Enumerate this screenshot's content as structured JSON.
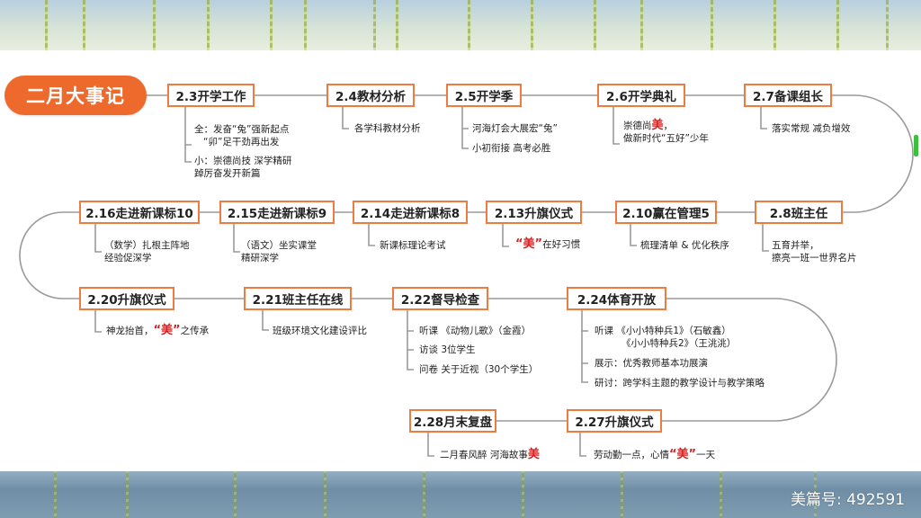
{
  "title": "二月大事记",
  "watermark": "美篇号: 492591",
  "nodes": [
    {
      "id": "n23",
      "label": "2.3开学工作"
    },
    {
      "id": "n24",
      "label": "2.4教材分析"
    },
    {
      "id": "n25",
      "label": "2.5开学季"
    },
    {
      "id": "n26",
      "label": "2.6开学典礼"
    },
    {
      "id": "n27",
      "label": "2.7备课组长"
    },
    {
      "id": "n28",
      "label": "2.8班主任"
    },
    {
      "id": "n210",
      "label": "2.10赢在管理5"
    },
    {
      "id": "n213",
      "label": "2.13升旗仪式"
    },
    {
      "id": "n214",
      "label": "2.14走进新课标8"
    },
    {
      "id": "n215",
      "label": "2.15走进新课标9"
    },
    {
      "id": "n216",
      "label": "2.16走进新课标10"
    },
    {
      "id": "n220",
      "label": "2.20升旗仪式"
    },
    {
      "id": "n221",
      "label": "2.21班主任在线"
    },
    {
      "id": "n222",
      "label": "2.22督导检查"
    },
    {
      "id": "n224",
      "label": "2.24体育开放"
    },
    {
      "id": "n227",
      "label": "2.27升旗仪式"
    },
    {
      "id": "n228",
      "label": "2.28月末复盘"
    }
  ],
  "details": {
    "n23": [
      "全：发奋“兔”强新起点",
      "“卯”足干劲再出发",
      "小：崇德尚技  深学精研",
      "踔厉奋发开新篇"
    ],
    "n24": [
      "各学科教材分析"
    ],
    "n25": [
      "河海灯会大展宏“兔”",
      "小初衔接 高考必胜"
    ],
    "n26": {
      "pre": "崇德尚",
      "mark": "美",
      "post": "，",
      "line2": "做新时代“五好”少年"
    },
    "n27": [
      "落实常规  减负增效"
    ],
    "n28": [
      "五育并举，",
      "擦亮一班一世界名片"
    ],
    "n210": [
      "梳理清单 & 优化秩序"
    ],
    "n213": {
      "mark": "“美”",
      "post": "在好习惯"
    },
    "n214": [
      "新课标理论考试"
    ],
    "n215": [
      "（语文）坐实课堂",
      "精研深学"
    ],
    "n216": [
      "（数学）扎根主阵地",
      "经验促深学"
    ],
    "n220": {
      "pre": "神龙抬首，",
      "mark": "“美”",
      "post": "之传承"
    },
    "n221": [
      "班级环境文化建设评比"
    ],
    "n222": [
      "听课  《动物儿歌》（金霞）",
      "访谈  3位学生",
      "问卷  关于近视（30个学生）"
    ],
    "n224": [
      "听课  《小小特种兵1》（石敏鑫）",
      "《小小特种兵2》（王洮洮）",
      "展示：优秀教师基本功展演",
      "研讨：跨学科主题的教学设计与教学策略"
    ],
    "n227": {
      "pre": "劳动勤一点，心情",
      "mark": "“美”",
      "post": "一天"
    },
    "n228": {
      "pre": "二月春风醉  河海故事",
      "mark": "美",
      "post": ""
    }
  },
  "colors": {
    "accent": "#ee6a2c",
    "border": "#ef7b43",
    "line": "#999999",
    "emphasis": "#d42020"
  }
}
